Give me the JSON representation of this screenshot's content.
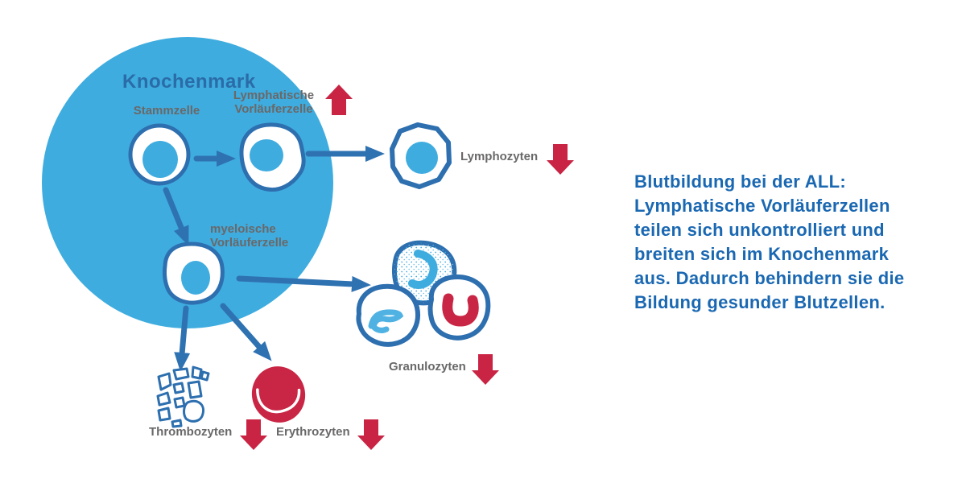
{
  "marrow": {
    "title": "Knochenmark"
  },
  "labels": {
    "stammzelle": "Stammzelle",
    "lymphatische_vorlaeuferzelle": "Lymphatische\nVorläuferzelle",
    "myeloische_vorlaeuferzelle": "myeloische\nVorläuferzelle",
    "lymphozyten": "Lymphozyten",
    "granulozyten": "Granulozyten",
    "thrombozyten": "Thrombozyten",
    "erythrozyten": "Erythrozyten"
  },
  "trend_arrows": {
    "lymphatische_vorlaeuferzelle": "up",
    "lymphozyten": "down",
    "granulozyten": "down",
    "thrombozyten": "down",
    "erythrozyten": "down"
  },
  "caption": {
    "text": "Blutbildung bei der ALL:\nLymphatische Vorläuferzellen\nteilen sich unkontrolliert und\nbreiten sich im Knochenmark\naus. Dadurch behindern sie die\nBildung gesunder Blutzellen."
  },
  "colors": {
    "marrow_blue": "#3FACDF",
    "cell_outline_blue": "#2D6FAF",
    "flow_arrow_blue": "#2F72B2",
    "trend_arrow_red": "#C92444",
    "erythrocyte_red": "#C92544",
    "label_gray": "#6A6868",
    "marrow_title_blue": "#2A6CA8",
    "caption_blue": "#1A68B2"
  }
}
